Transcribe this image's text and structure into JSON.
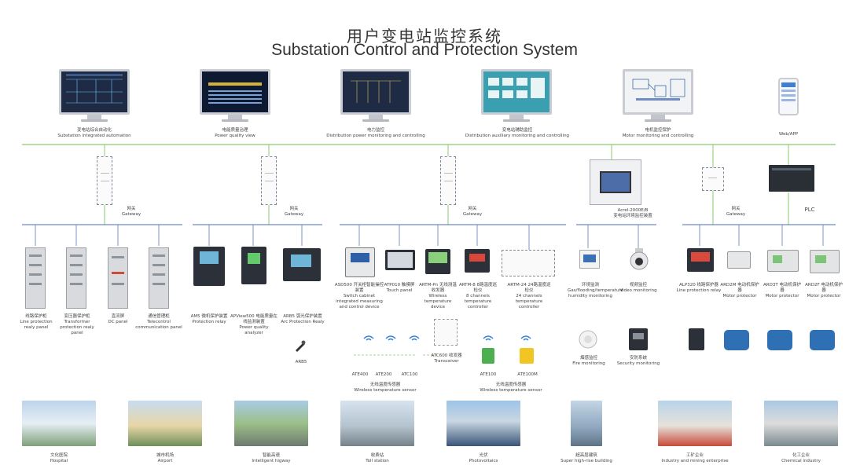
{
  "title_cn": "用户变电站监控系统",
  "title_en": "Substation Control and Protection System",
  "top_systems": [
    {
      "cn": "变电站综合自动化",
      "en": "Substation integrated automation"
    },
    {
      "cn": "电能质量治理",
      "en": "Power quality view"
    },
    {
      "cn": "电力监控",
      "en": "Distribution power monitoring and controlling"
    },
    {
      "cn": "变电站辅助监控",
      "en": "Distribution auxiliary monitoring and controlling"
    },
    {
      "cn": "电机监控保护",
      "en": "Motor monitoring and controlling"
    },
    {
      "cn": "Web/APP",
      "en": ""
    }
  ],
  "gateways": [
    {
      "cn": "网关",
      "en": "Gateway"
    },
    {
      "cn": "网关",
      "en": "Gateway"
    },
    {
      "cn": "网关",
      "en": "Gateway"
    },
    {
      "cn": "网关",
      "en": "Gateway"
    }
  ],
  "aux_panel": {
    "model": "Acrel-2000E/B",
    "cn": "变电站环境监控装置"
  },
  "plc": "PLC",
  "devices": [
    {
      "cn": "线路保护柜",
      "en": "Line protection realy panel"
    },
    {
      "cn": "变压器保护柜",
      "en": "Transformer protection realy panel"
    },
    {
      "cn": "直流屏",
      "en": "DC panel"
    },
    {
      "cn": "通信管理柜",
      "en": "Telecontrol communication panel"
    },
    {
      "cn": "AM5 微机保护装置",
      "en": "Protection relay"
    },
    {
      "cn": "APView500 电能质量在线监测装置",
      "en": "Power quality analyzer"
    },
    {
      "cn": "ARB5 弧光保护装置",
      "en": "Arc Protection Realy"
    },
    {
      "cn": "ASD500 开关柜智能操控装置",
      "en": "Switch cabinet integrated measuring and control device"
    },
    {
      "cn": "ATP010 触摸屏",
      "en": "Touch panel"
    },
    {
      "cn": "ARTM-Pn 无线测温收发器",
      "en": "Wireless temperature device"
    },
    {
      "cn": "ARTM-8 8路温度巡检仪",
      "en": "8 channels temperature controller"
    },
    {
      "cn": "ARTM-24 24路温度巡检仪",
      "en": "24 channels temperature controller"
    },
    {
      "cn": "环境监测",
      "en": "Gas/flooding/temperature humidity monitoring"
    },
    {
      "cn": "视频监控",
      "en": "Video monitoring"
    },
    {
      "cn": "ALP320 线路保护器",
      "en": "Line protection relay"
    },
    {
      "cn": "ARD2M 电动机保护器",
      "en": "Motor protector"
    },
    {
      "cn": "ARD3T 电动机保护器",
      "en": "Motor protector"
    },
    {
      "cn": "ARD2F 电动机保护器",
      "en": "Motor protector"
    }
  ],
  "sensors": {
    "arb5": "ARB5",
    "left_models": [
      "ATE400",
      "ATE200",
      "ATC100"
    ],
    "left_caption_cn": "无线温度传感器",
    "left_caption_en": "Wireless temperature sensor",
    "transceiver_cn": "ATC600 收发器",
    "transceiver_en": "Transceiver",
    "right_models": [
      "ATE100",
      "ATE100M"
    ],
    "right_caption_cn": "无线温度传感器",
    "right_caption_en": "Wireless temperature sensor",
    "fire_cn": "烟感监控",
    "fire_en": "Fire monitoring",
    "security_cn": "安防系统",
    "security_en": "Security monitoring"
  },
  "applications": [
    {
      "cn": "文化医院",
      "en": "Hospital"
    },
    {
      "cn": "城市机场",
      "en": "Airport"
    },
    {
      "cn": "智能高速",
      "en": "Intelligent higway"
    },
    {
      "cn": "收费站",
      "en": "Toll station"
    },
    {
      "cn": "光伏",
      "en": "Photovoltaics"
    },
    {
      "cn": "超高层建筑",
      "en": "Super high-rise building"
    },
    {
      "cn": "工矿企业",
      "en": "Industry and mining enterprise"
    },
    {
      "cn": "化工企业",
      "en": "Chemical industry"
    }
  ],
  "colors": {
    "bus_green": "#8fc86e",
    "bus_blue": "#6f8bc2",
    "accent_dark": "#2c3038"
  }
}
